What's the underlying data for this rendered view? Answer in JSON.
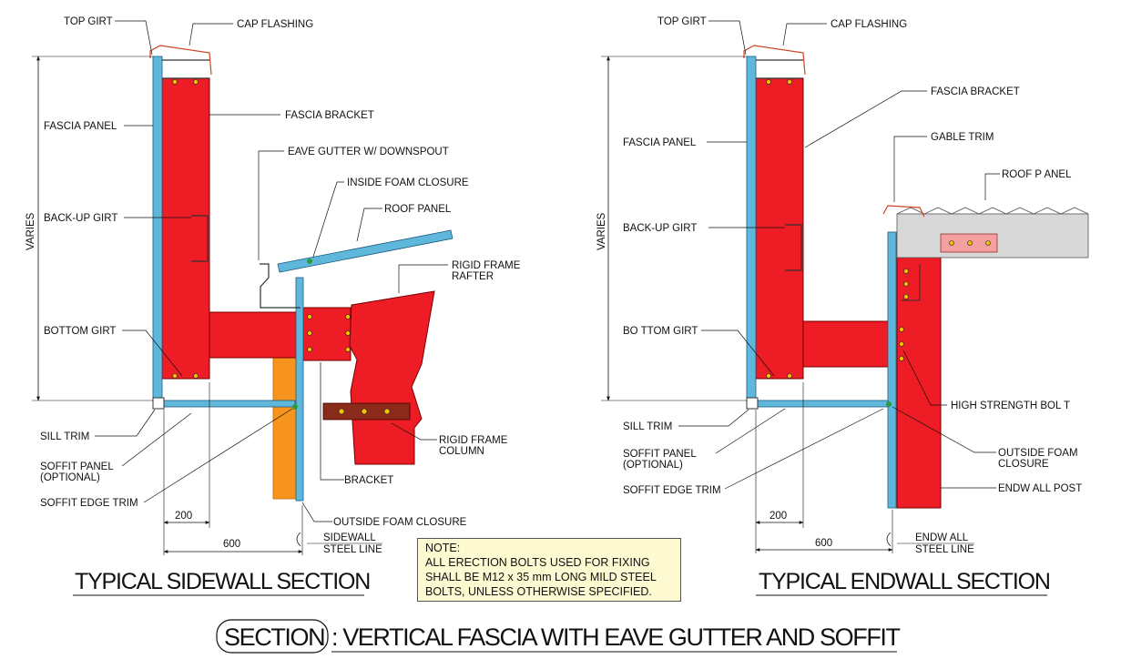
{
  "sidewall": {
    "top_girt": "TOP GIRT",
    "cap_flashing": "CAP FLASHING",
    "fascia_panel": "FASCIA PANEL",
    "fascia_bracket": "FASCIA BRACKET",
    "eave_gutter": "EAVE GUTTER W/ DOWNSPOUT",
    "inside_foam": "INSIDE FOAM CLOSURE",
    "roof_panel": "ROOF PANEL",
    "rafter_1": "RIGID FRAME",
    "rafter_2": "RAFTER",
    "back_up_girt": "BACK-UP GIRT",
    "varies": "VARIES",
    "bottom_girt": "BOTTOM GIRT",
    "sill_trim": "SILL TRIM",
    "soffit_panel_1": "SOFFIT PANEL",
    "soffit_panel_2": "(OPTIONAL)",
    "soffit_edge": "SOFFIT EDGE TRIM",
    "column_1": "RIGID FRAME",
    "column_2": "COLUMN",
    "bracket": "BRACKET",
    "outside_foam": "OUTSIDE FOAM CLOSURE",
    "dim_200": "200",
    "dim_600": "600",
    "steel_line_1": "SIDEWALL",
    "steel_line_2": "STEEL LINE",
    "title": "TYPICAL SIDEWALL SECTION"
  },
  "endwall": {
    "top_girt": "TOP GIRT",
    "cap_flashing": "CAP FLASHING",
    "fascia_bracket": "FASCIA BRACKET",
    "fascia_panel": "FASCIA PANEL",
    "gable_trim": "GABLE TRIM",
    "roof_panel": "ROOF P ANEL",
    "varies": "VARIES",
    "back_up_girt": "BACK-UP GIRT",
    "bottom_girt": "BO TTOM GIRT",
    "high_strength": "HIGH STRENGTH BOL T",
    "sill_trim": "SILL TRIM",
    "soffit_panel_1": "SOFFIT PANEL",
    "soffit_panel_2": "(OPTIONAL)",
    "outside_foam_1": "OUTSIDE FOAM",
    "outside_foam_2": "CLOSURE",
    "soffit_edge": "SOFFIT EDGE TRIM",
    "endwall_post": "ENDW ALL POST",
    "dim_200": "200",
    "dim_600": "600",
    "steel_line_1": "ENDW ALL",
    "steel_line_2": "STEEL LINE",
    "title": "TYPICAL ENDWALL SECTION"
  },
  "note": {
    "heading": "NOTE:",
    "line1": "ALL ERECTION BOLTS USED FOR FIXING",
    "line2": "SHALL BE M12 x 35 mm LONG MILD STEEL",
    "line3": "BOLTS, UNLESS OTHERWISE SPECIFIED."
  },
  "main_title": {
    "section": "SECTION",
    "rest": ": VERTICAL FASCIA WITH EAVE GUTTER AND SOFFIT"
  },
  "colors": {
    "steel_red": "#ee1c25",
    "panel_blue": "#5fb8dc",
    "column_orange": "#f7941d",
    "bolt_brown": "#8a2a1a",
    "note_bg": "#fdf9d0"
  }
}
